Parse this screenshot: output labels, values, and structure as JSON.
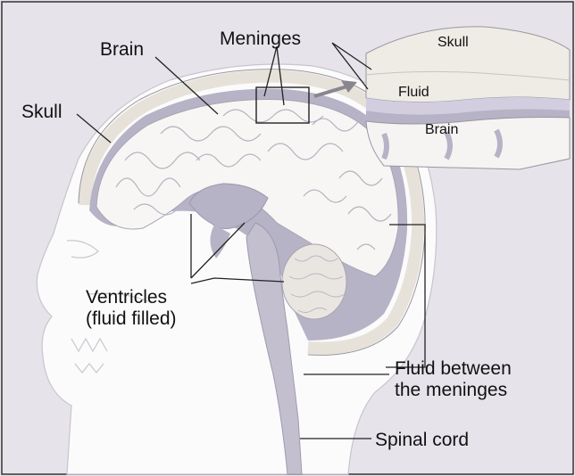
{
  "labels": {
    "brain": "Brain",
    "meninges": "Meninges",
    "skull": "Skull",
    "ventricles_line1": "Ventricles",
    "ventricles_line2": "(fluid filled)",
    "fluid_between_line1": "Fluid between",
    "fluid_between_line2": "the meninges",
    "spinal_cord": "Spinal cord"
  },
  "inset": {
    "skull": "Skull",
    "fluid": "Fluid",
    "brain": "Brain"
  },
  "colors": {
    "background": "#e7e3ea",
    "head": "#fbfbfb",
    "fluid": "#b7b3c6",
    "brain": "#f7f6f5",
    "skull_bone": "#ece9e3",
    "cerebellum": "#e9e6e2"
  }
}
